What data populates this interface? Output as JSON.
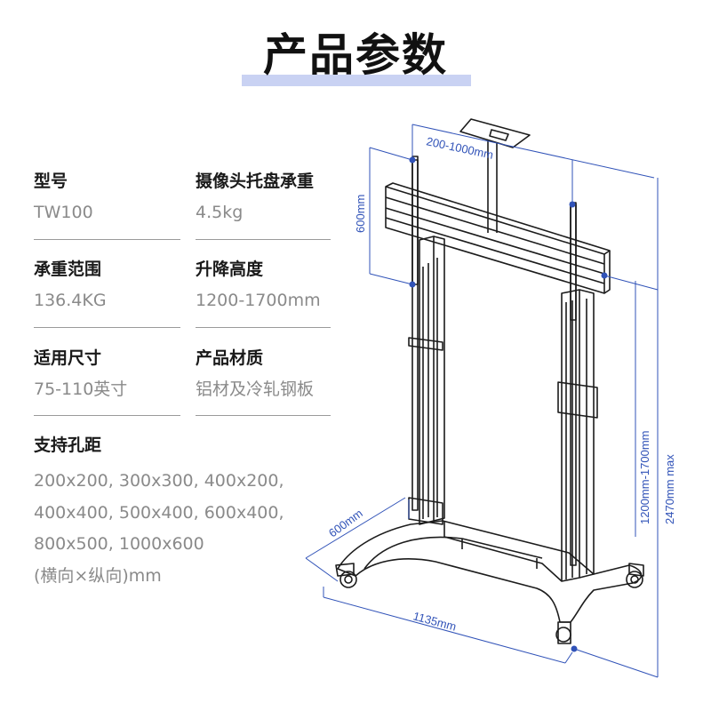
{
  "title": "产品参数",
  "specs": [
    {
      "label": "型号",
      "value": "TW100"
    },
    {
      "label": "摄像头托盘承重",
      "value": "4.5kg"
    },
    {
      "label": "承重范围",
      "value": "136.4KG"
    },
    {
      "label": "升降高度",
      "value": "1200-1700mm"
    },
    {
      "label": "适用尺寸",
      "value": "75-110英寸"
    },
    {
      "label": "产品材质",
      "value": "铝材及冷轧钢板"
    }
  ],
  "hole_spacing": {
    "label": "支持孔距",
    "lines": [
      "200x200, 300x300, 400x200,",
      "400x400, 500x400, 600x400,",
      "800x500, 1000x600",
      "(横向×纵向)mm"
    ]
  },
  "dimensions": {
    "tray_width": "200-1000mm",
    "bracket_height": "600mm",
    "lift_range": "1200mm-1700mm",
    "max_height": "2470mm max",
    "base_depth": "600mm",
    "base_width": "1135mm"
  },
  "colors": {
    "accent": "#c9d2f3",
    "dimension": "#3153b8"
  }
}
